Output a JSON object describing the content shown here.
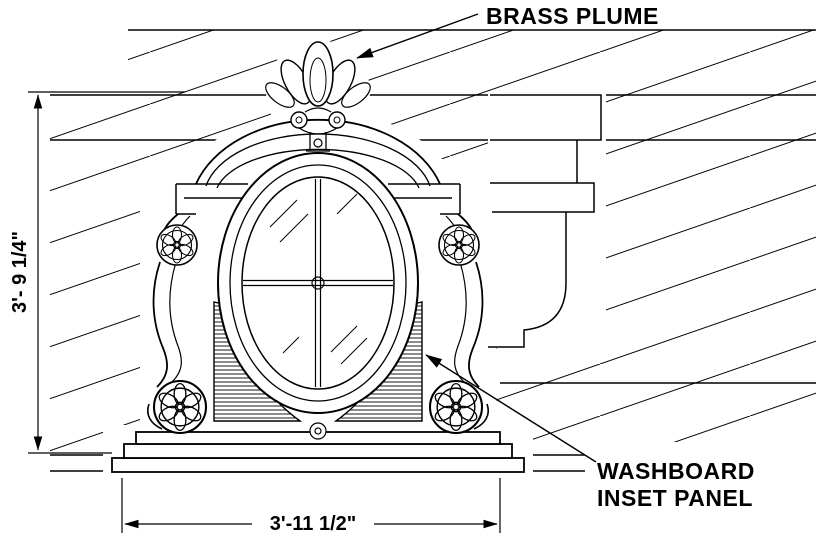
{
  "drawing": {
    "callouts": {
      "brass_plume": "BRASS PLUME",
      "washboard_line1": "WASHBOARD",
      "washboard_line2": "INSET PANEL"
    },
    "dimensions": {
      "height": "3'- 9 1/4\"",
      "width": "3'-11 1/2\""
    },
    "colors": {
      "line": "#000000",
      "background": "#ffffff"
    }
  }
}
